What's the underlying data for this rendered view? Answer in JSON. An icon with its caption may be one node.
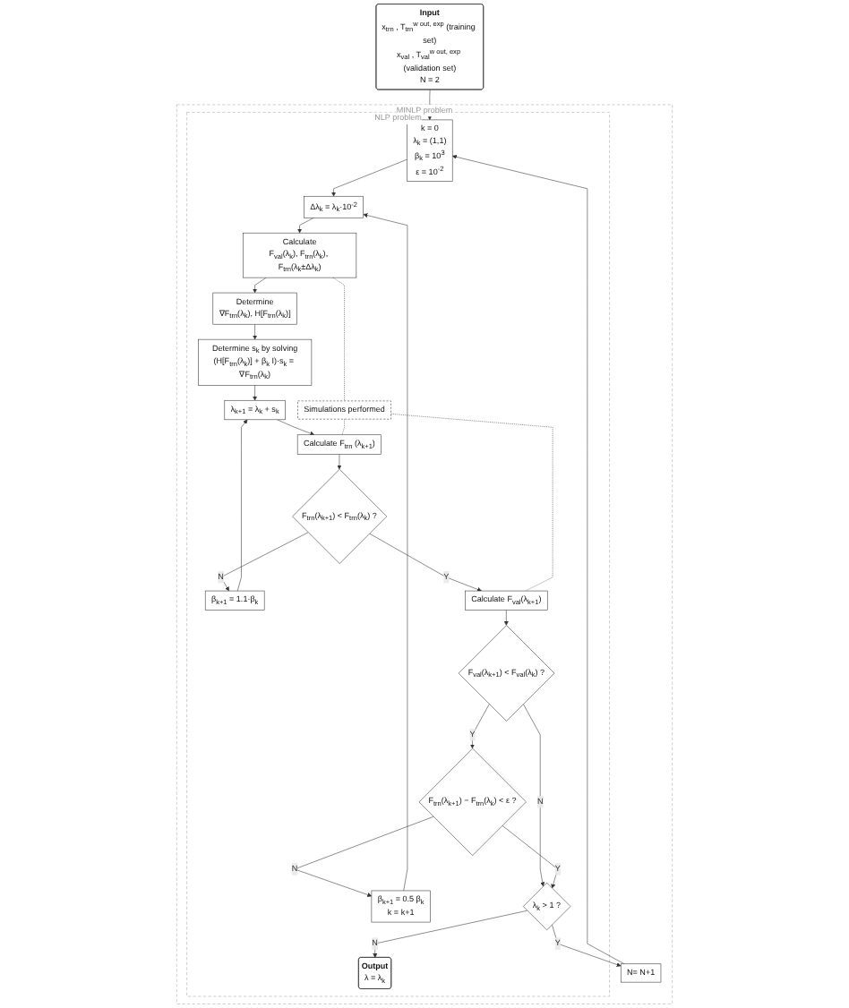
{
  "diagram": {
    "nodes": [
      {
        "text": [
          "Input",
          "x$_{trn}$ , T$_{trn}$$^{w out, exp}$ (training set)",
          "x$_{val}$ , T$_{val}$$^{w out, exp}$ (validation set)",
          "N = 2"
        ]
      },
      {
        "text": [
          "MINLP problem"
        ]
      },
      {
        "text": [
          "N= N+1"
        ],
        "in": 1
      },
      {
        "text": [
          "NLP problem"
        ],
        "in": 1
      },
      {
        "text": [
          "k = 0",
          "λ$_{k}$ = (1,1)",
          "β$_{k}$ = 10$^{3}$",
          "ε = 10$^{-2}$"
        ],
        "in": 3
      },
      {
        "text": [
          "Δλ$_{k}$ = λ$_{k}$·10$^{-2}$"
        ],
        "in": 3
      },
      {
        "text": [
          "Calculate",
          "F$_{val}$(λ$_{k}$), F$_{trn}$(λ$_{k}$), F$_{trn}$(λ$_{k}$±Δλ$_{k}$)"
        ],
        "in": 3
      },
      {
        "text": [
          "Determine",
          "∇F$_{trn}$(λ$_{k}$), H[F$_{trn}$(λ$_{k}$)]"
        ],
        "in": 3
      },
      {
        "text": [
          "Determine s$_{k}$ by solving",
          "(H[F$_{trn}$(λ$_{k}$)] + β$_{k}$ I)·s$_{k}$ = ∇F$_{trn}$(λ$_{k}$)"
        ],
        "in": 3
      },
      {
        "text": [
          "λ$_{k+1}$ = λ$_{k}$ + s$_{k}$"
        ],
        "in": 3
      },
      {
        "text": [
          "Calculate F$_{trn}$ (λ$_{k+1}$)"
        ],
        "in": 3
      },
      {
        "text": [
          "β$_{k+1}$ = 1.1·β$_{k}$"
        ],
        "in": 3
      },
      {
        "text": [
          "β$_{k+1}$ = 0.5 β$_{k}$",
          "k = k+1"
        ],
        "in": 3
      },
      {
        "text": [
          "F$_{trn}$(λ$_{k+1}$) − F$_{trn}$(λ$_{k}$) < ε ?"
        ],
        "in": 3
      },
      {
        "text": [
          "Simulations performed"
        ],
        "in": 3
      },
      {
        "text": [
          "F$_{val}$(λ$_{k+1}$) < F$_{val}$(λ$_{k}$) ?"
        ],
        "in": 3
      },
      {
        "text": [
          "λ$_{k}$ > 1 ?"
        ],
        "in": 3
      },
      {
        "text": [
          "Calculate F$_{val}$(λ$_{k+1}$)"
        ],
        "in": 3
      },
      {
        "text": [
          "F$_{trn}$(λ$_{k+1}$) < F$_{trn}$(λ$_{k}$) ?"
        ],
        "in": 3
      },
      {
        "text": [
          "Output",
          "λ = λ$_{k}$"
        ],
        "in": 3
      }
    ],
    "edges": [
      {
        "from": 0,
        "to": 4,
        "arrow": "to"
      },
      {
        "from": 2,
        "to": 4,
        "arrow": "to"
      },
      {
        "from": 4,
        "to": 5,
        "arrow": "to"
      },
      {
        "from": 5,
        "to": 6,
        "arrow": "to"
      },
      {
        "from": 6,
        "to": 7,
        "arrow": "to"
      },
      {
        "from": 7,
        "to": 8,
        "arrow": "to"
      },
      {
        "from": 8,
        "to": 9,
        "arrow": "to"
      },
      {
        "from": 9,
        "to": 10,
        "arrow": "to"
      },
      {
        "from": 10,
        "to": 18,
        "arrow": "to"
      },
      {
        "from": 18,
        "to": 17,
        "arrow": "to",
        "label": "Y"
      },
      {
        "from": 18,
        "to": 11,
        "arrow": "to",
        "label": "N"
      },
      {
        "from": 11,
        "to": 9,
        "arrow": "to"
      },
      {
        "from": 17,
        "to": 15,
        "arrow": "to"
      },
      {
        "from": 15,
        "to": 13,
        "arrow": "to",
        "label": "Y"
      },
      {
        "from": 15,
        "to": 16,
        "arrow": "to",
        "label": "N"
      },
      {
        "from": 13,
        "to": 12,
        "arrow": "to",
        "label": "N"
      },
      {
        "from": 13,
        "to": 16,
        "arrow": "to",
        "label": "Y"
      },
      {
        "from": 12,
        "to": 5,
        "arrow": "to"
      },
      {
        "from": 16,
        "to": 2,
        "arrow": "to",
        "label": "Y"
      },
      {
        "from": 16,
        "to": 19,
        "arrow": "to",
        "label": "N"
      },
      {
        "from": 6,
        "to": 14,
        "arrow": "none",
        "style": "dashed"
      },
      {
        "from": 14,
        "to": 10,
        "arrow": "none",
        "style": "dashed"
      },
      {
        "from": 14,
        "to": 17,
        "arrow": "none",
        "style": "dashed"
      }
    ]
  }
}
